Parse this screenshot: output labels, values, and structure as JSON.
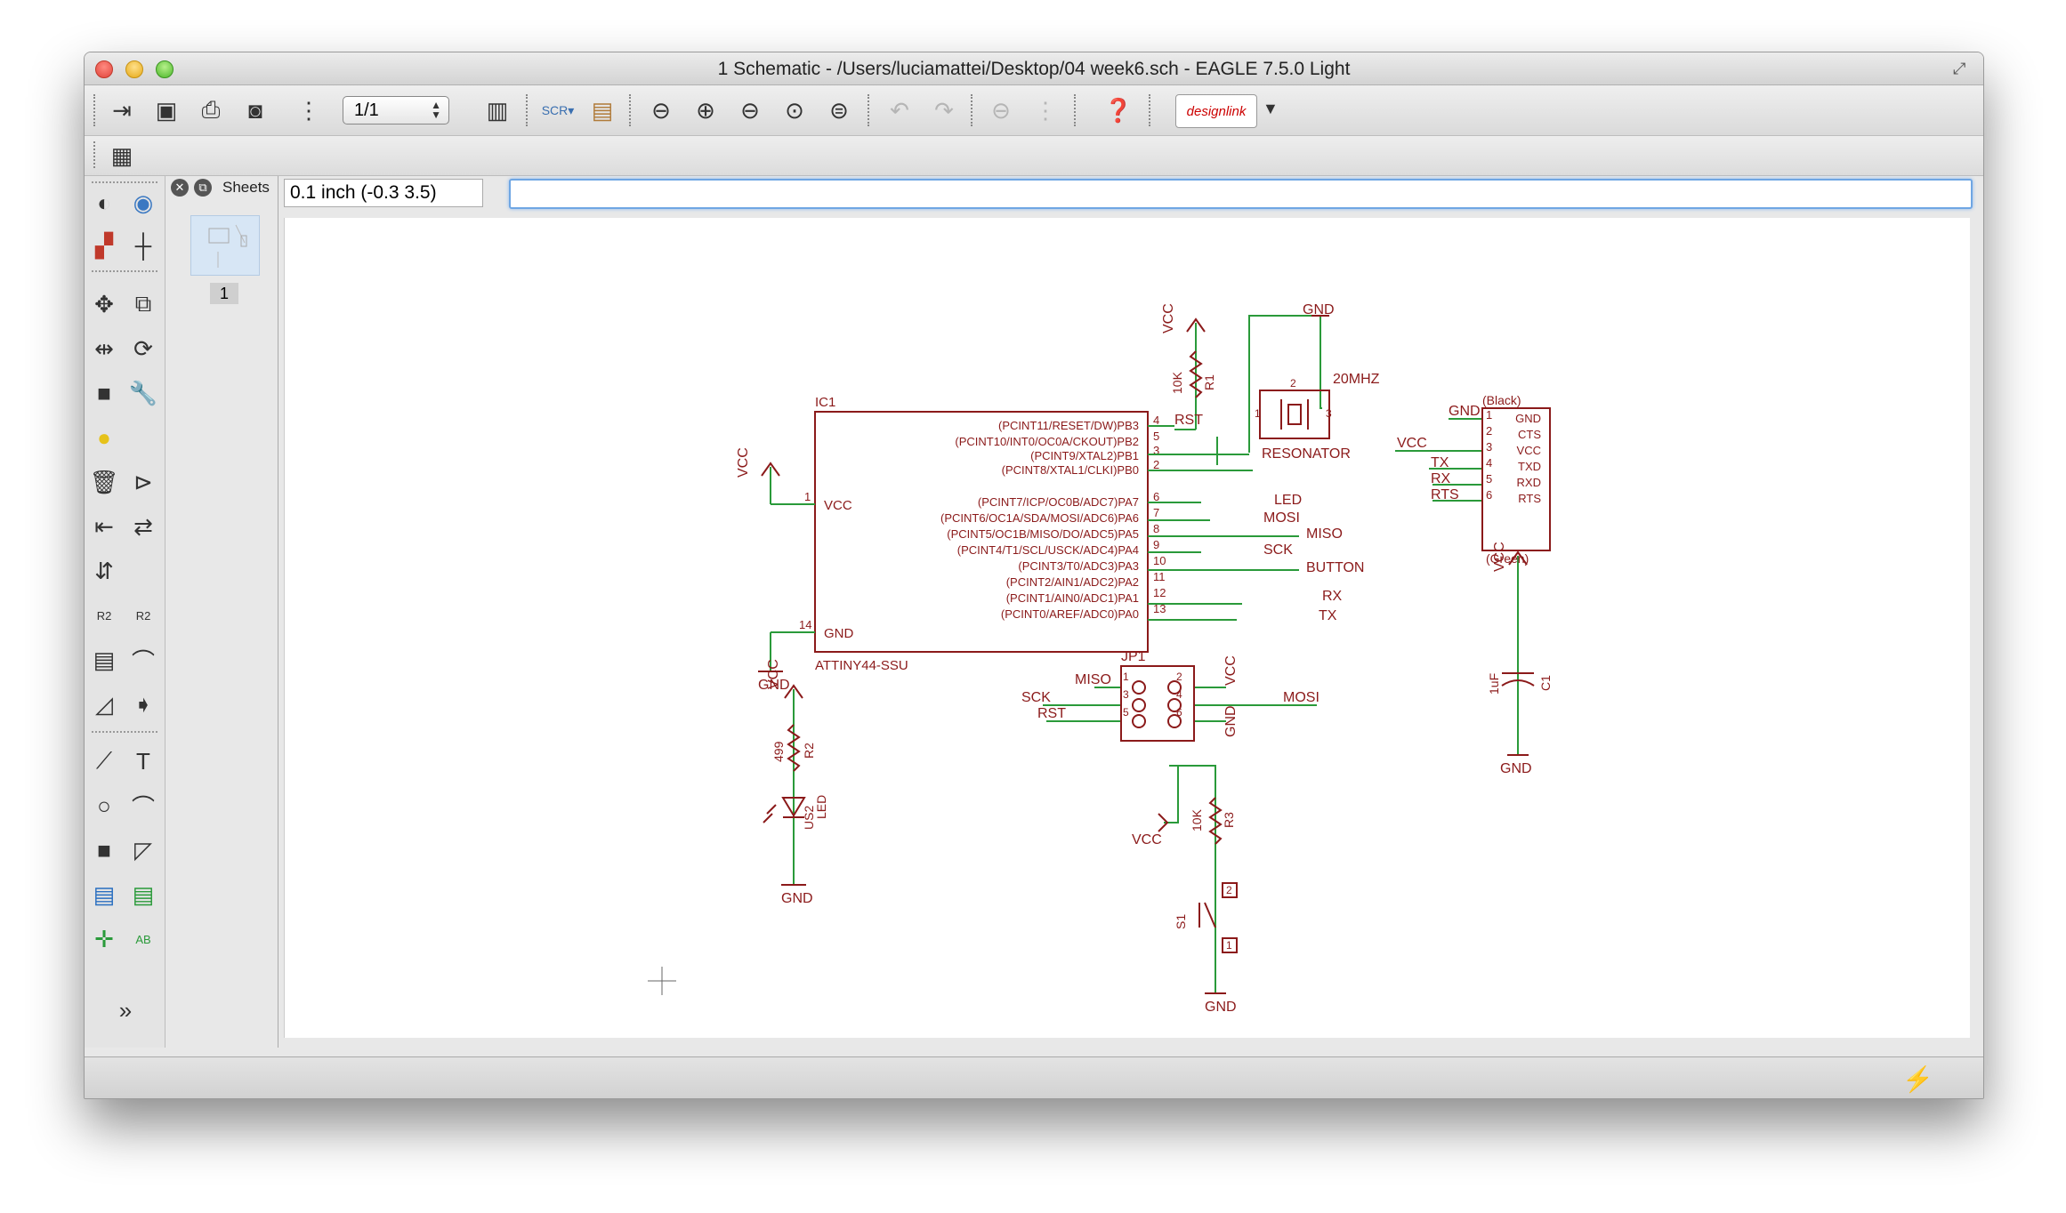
{
  "window": {
    "title": "1 Schematic - /Users/luciamattei/Desktop/04 week6.sch - EAGLE 7.5.0 Light"
  },
  "toolbar": {
    "sheet_selector": "1/1",
    "design_link_label": "designlink",
    "icons": [
      "open-icon",
      "save-icon",
      "print-icon",
      "cam-icon",
      "script-icon",
      "layers-icon",
      "scr-icon",
      "ulp-icon",
      "zoom-fit-icon",
      "zoom-in-icon",
      "zoom-out-icon",
      "zoom-select-icon",
      "zoom-last-icon",
      "undo-icon",
      "redo-icon",
      "stop-icon",
      "go-icon",
      "help-icon"
    ]
  },
  "sheets_panel": {
    "label": "Sheets",
    "sheet_number": "1"
  },
  "coordinates": "0.1 inch (-0.3 3.5)",
  "command": {
    "value": ""
  },
  "schematic": {
    "ic1": {
      "name": "IC1",
      "value": "ATTINY44-SSU",
      "vcc_pin": "VCC",
      "gnd_pin": "GND",
      "right_pins": [
        {
          "num": "4",
          "label": "(PCINT11/RESET/DW)PB3"
        },
        {
          "num": "5",
          "label": "(PCINT10/INT0/OC0A/CKOUT)PB2"
        },
        {
          "num": "3",
          "label": "(PCINT9/XTAL2)PB1"
        },
        {
          "num": "2",
          "label": "(PCINT8/XTAL1/CLKI)PB0"
        },
        {
          "num": "6",
          "label": "(PCINT7/ICP/OC0B/ADC7)PA7"
        },
        {
          "num": "7",
          "label": "(PCINT6/OC1A/SDA/MOSI/ADC6)PA6"
        },
        {
          "num": "8",
          "label": "(PCINT5/OC1B/MISO/DO/ADC5)PA5"
        },
        {
          "num": "9",
          "label": "(PCINT4/T1/SCL/USCK/ADC4)PA4"
        },
        {
          "num": "10",
          "label": "(PCINT3/T0/ADC3)PA3"
        },
        {
          "num": "11",
          "label": "(PCINT2/AIN1/ADC2)PA2"
        },
        {
          "num": "12",
          "label": "(PCINT1/AIN0/ADC1)PA1"
        },
        {
          "num": "13",
          "label": "(PCINT0/AREF/ADC0)PA0"
        }
      ],
      "pin1": "1",
      "pin14": "14"
    },
    "nets": {
      "rst": "RST",
      "led": "LED",
      "mosi": "MOSI",
      "miso": "MISO",
      "sck": "SCK",
      "button": "BUTTON",
      "rx": "RX",
      "tx": "TX",
      "vcc": "VCC",
      "gnd": "GND"
    },
    "r1": {
      "name": "R1",
      "value": "10K"
    },
    "resonator": {
      "name": "RESONATOR",
      "value": "20MHZ",
      "pins": [
        "1",
        "2",
        "3"
      ]
    },
    "ftdi": {
      "top": "(Black)",
      "bottom": "(Green)",
      "pins": [
        "GND",
        "CTS",
        "VCC",
        "TXD",
        "RXD",
        "RTS"
      ],
      "nums": [
        "1",
        "2",
        "3",
        "4",
        "5",
        "6"
      ],
      "nets": [
        "GND",
        "",
        "VCC",
        "TX",
        "RX",
        "RTS"
      ]
    },
    "c1": {
      "name": "C1",
      "value": "1uF"
    },
    "jp1": {
      "name": "JP1",
      "pins": [
        "1",
        "2",
        "3",
        "4",
        "5",
        "6"
      ]
    },
    "r2": {
      "name": "R2",
      "value": "499"
    },
    "led": {
      "name": "US2",
      "value": "LED"
    },
    "r3": {
      "name": "R3",
      "value": "10K"
    },
    "s1": {
      "name": "S1",
      "pins": [
        "2",
        "1"
      ]
    }
  }
}
